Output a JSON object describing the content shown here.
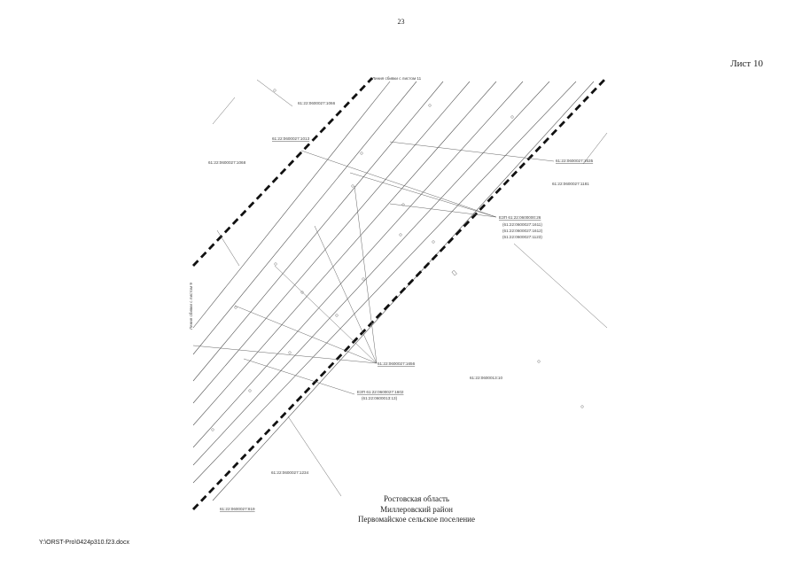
{
  "page": {
    "page_number": "23",
    "sheet_label": "Лист 10",
    "file_path": "Y:\\ORST-Pro\\0424p310.f23.docx"
  },
  "caption": {
    "line1": "Ростовская область",
    "line2": "Миллеровский район",
    "line3": "Первомайское сельское поселение"
  },
  "map": {
    "labels": {
      "junction_top": "Линия сбивки с листом 11",
      "junction_left": "Линия сбивки с листом 9",
      "parcel_1": "61:22:0600027:1066",
      "parcel_2": "61:22:0600027:1013",
      "parcel_3": "61:22:0600027:1068",
      "parcel_4": "61:22:0600027:1635",
      "parcel_5": "61:22:0600027:1181",
      "parcel_6": "ЕЗП 61:22:0600000:26",
      "parcel_7": "(61:22:0600027:1611)",
      "parcel_8": "(61:22:0600027:1612)",
      "parcel_9": "(61:22:0600027:1123)",
      "parcel_10": "61:22:0600027:1656",
      "parcel_11": "61:22:0600013:10",
      "parcel_12": "ЕЗП 61:22:0600027:1602",
      "parcel_13": "(61:22:0600013:13)",
      "parcel_14": "61:22:0600027:1234",
      "parcel_15": "61:22:0600027:819"
    }
  }
}
